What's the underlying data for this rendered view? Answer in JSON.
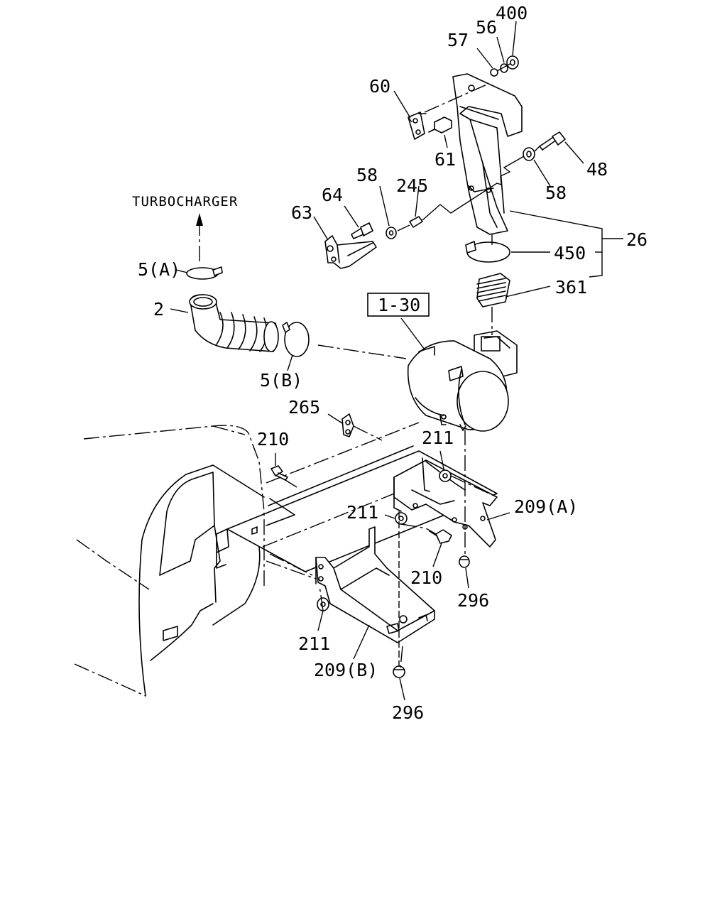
{
  "diagram": {
    "callouts": {
      "c400": "400",
      "c56": "56",
      "c57": "57",
      "c60": "60",
      "c61": "61",
      "c48": "48",
      "c58_right": "58",
      "c58_left": "58",
      "c245": "245",
      "c64": "64",
      "c63": "63",
      "c26": "26",
      "c450": "450",
      "c361": "361",
      "c5a": "5(A)",
      "c2": "2",
      "c5b": "5(B)",
      "c1_30": "1-30",
      "c265": "265",
      "c210_top": "210",
      "c211_top": "211",
      "c211_mid": "211",
      "c209a": "209(A)",
      "c210_mid": "210",
      "c296_mid": "296",
      "c211_bottom": "211",
      "c209b": "209(B)",
      "c296_bottom": "296"
    },
    "note_turbocharger": "TURBOCHARGER"
  }
}
